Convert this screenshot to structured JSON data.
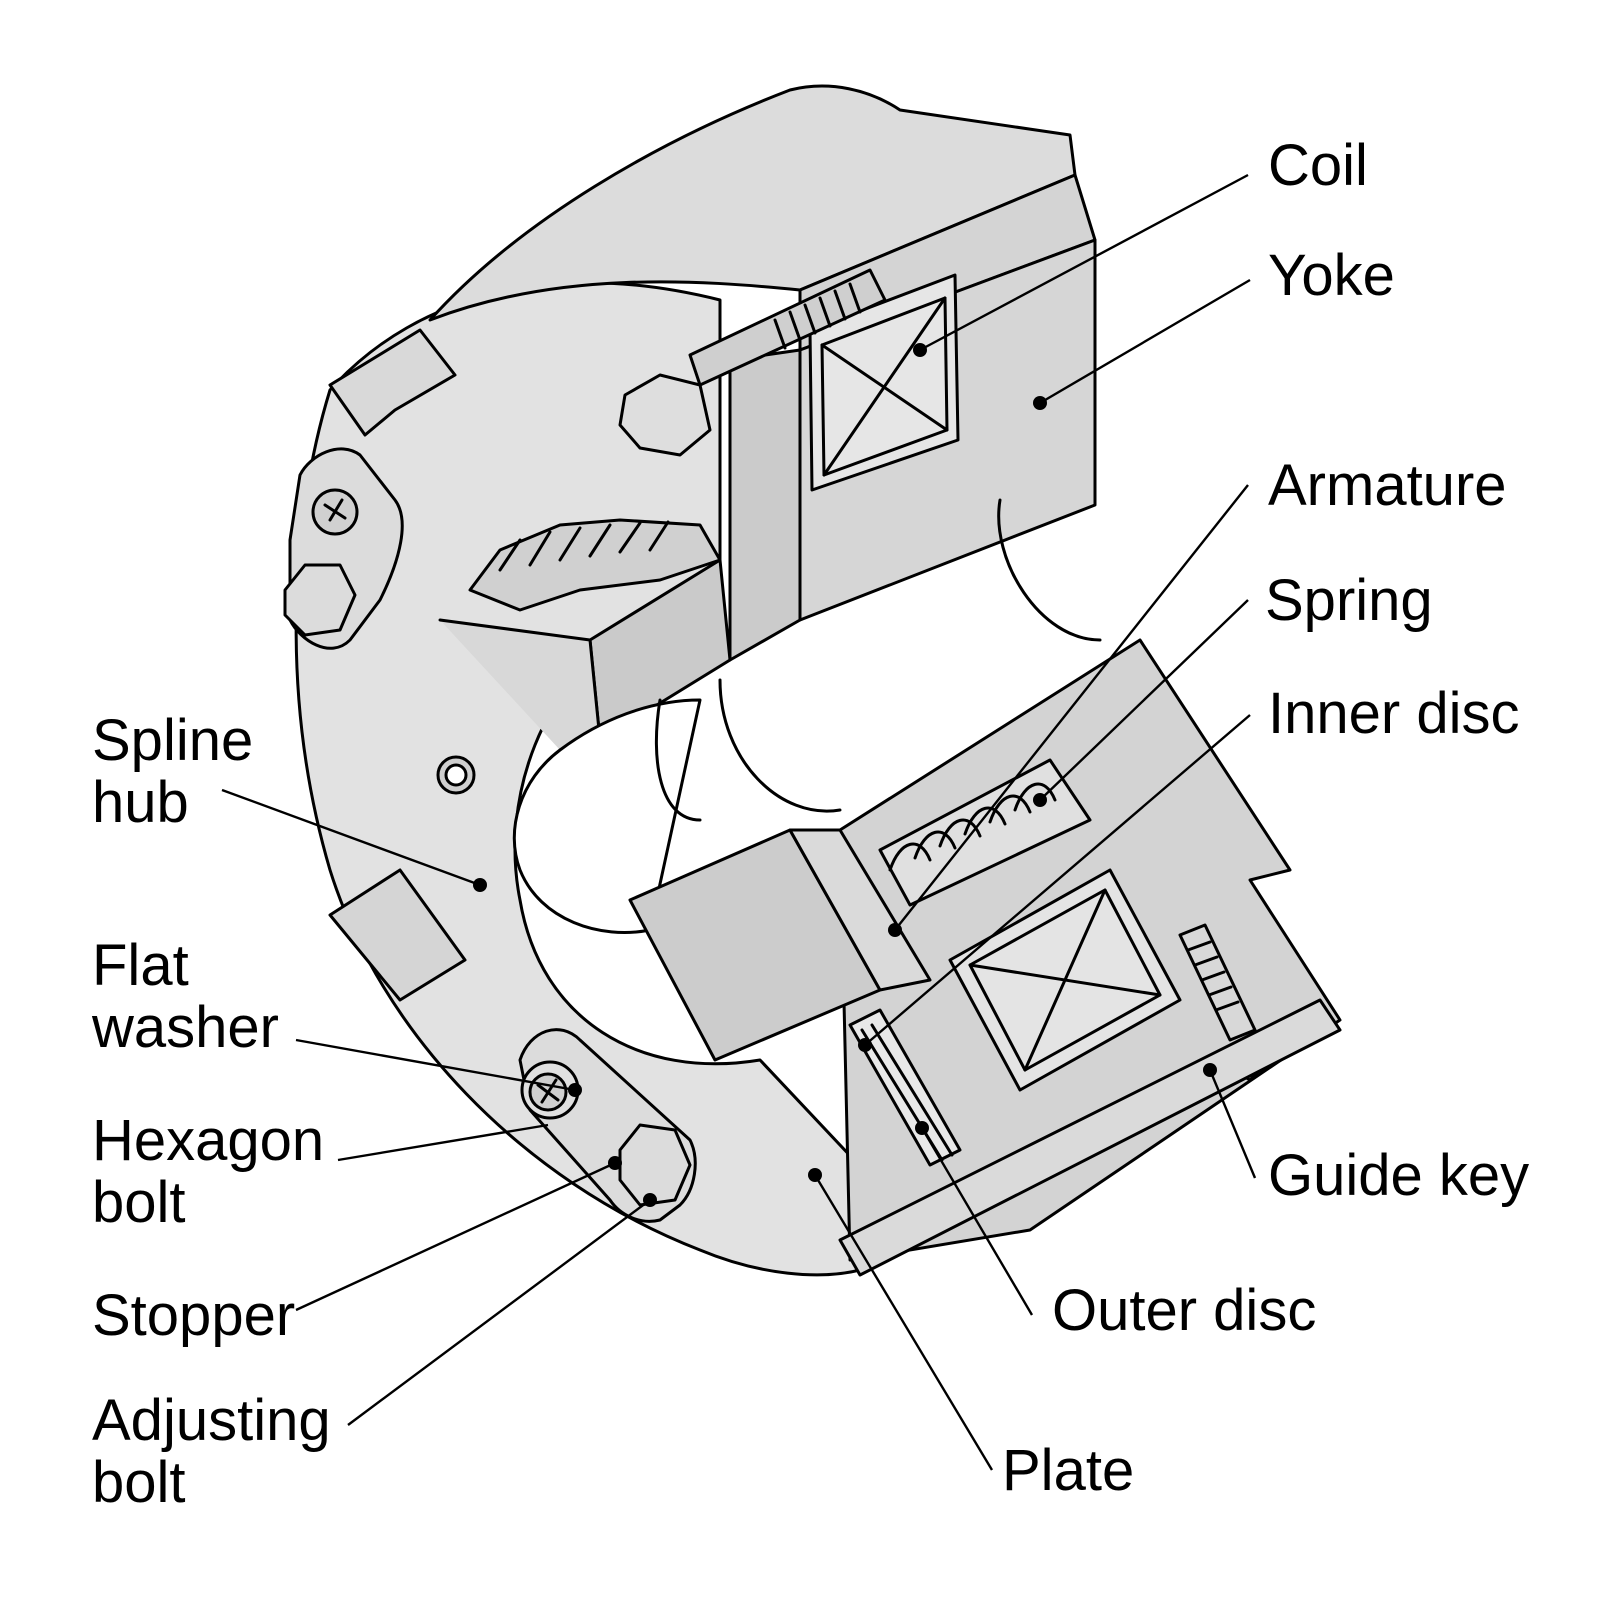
{
  "colors": {
    "part_fill": "#d9d9d9",
    "part_fill_light": "#e3e3e3",
    "part_fill_dark": "#c4c4c4",
    "line": "#000000",
    "background": "#ffffff"
  },
  "labels": {
    "coil": "Coil",
    "yoke": "Yoke",
    "armature": "Armature",
    "spring": "Spring",
    "inner_disc": "Inner disc",
    "spline_hub": [
      "Spline",
      "hub"
    ],
    "flat_washer": [
      "Flat",
      "washer"
    ],
    "hexagon_bolt": [
      "Hexagon",
      "bolt"
    ],
    "stopper": "Stopper",
    "adjusting_bolt": [
      "Adjusting",
      "bolt"
    ],
    "guide_key": "Guide key",
    "outer_disc": "Outer disc",
    "plate": "Plate"
  }
}
